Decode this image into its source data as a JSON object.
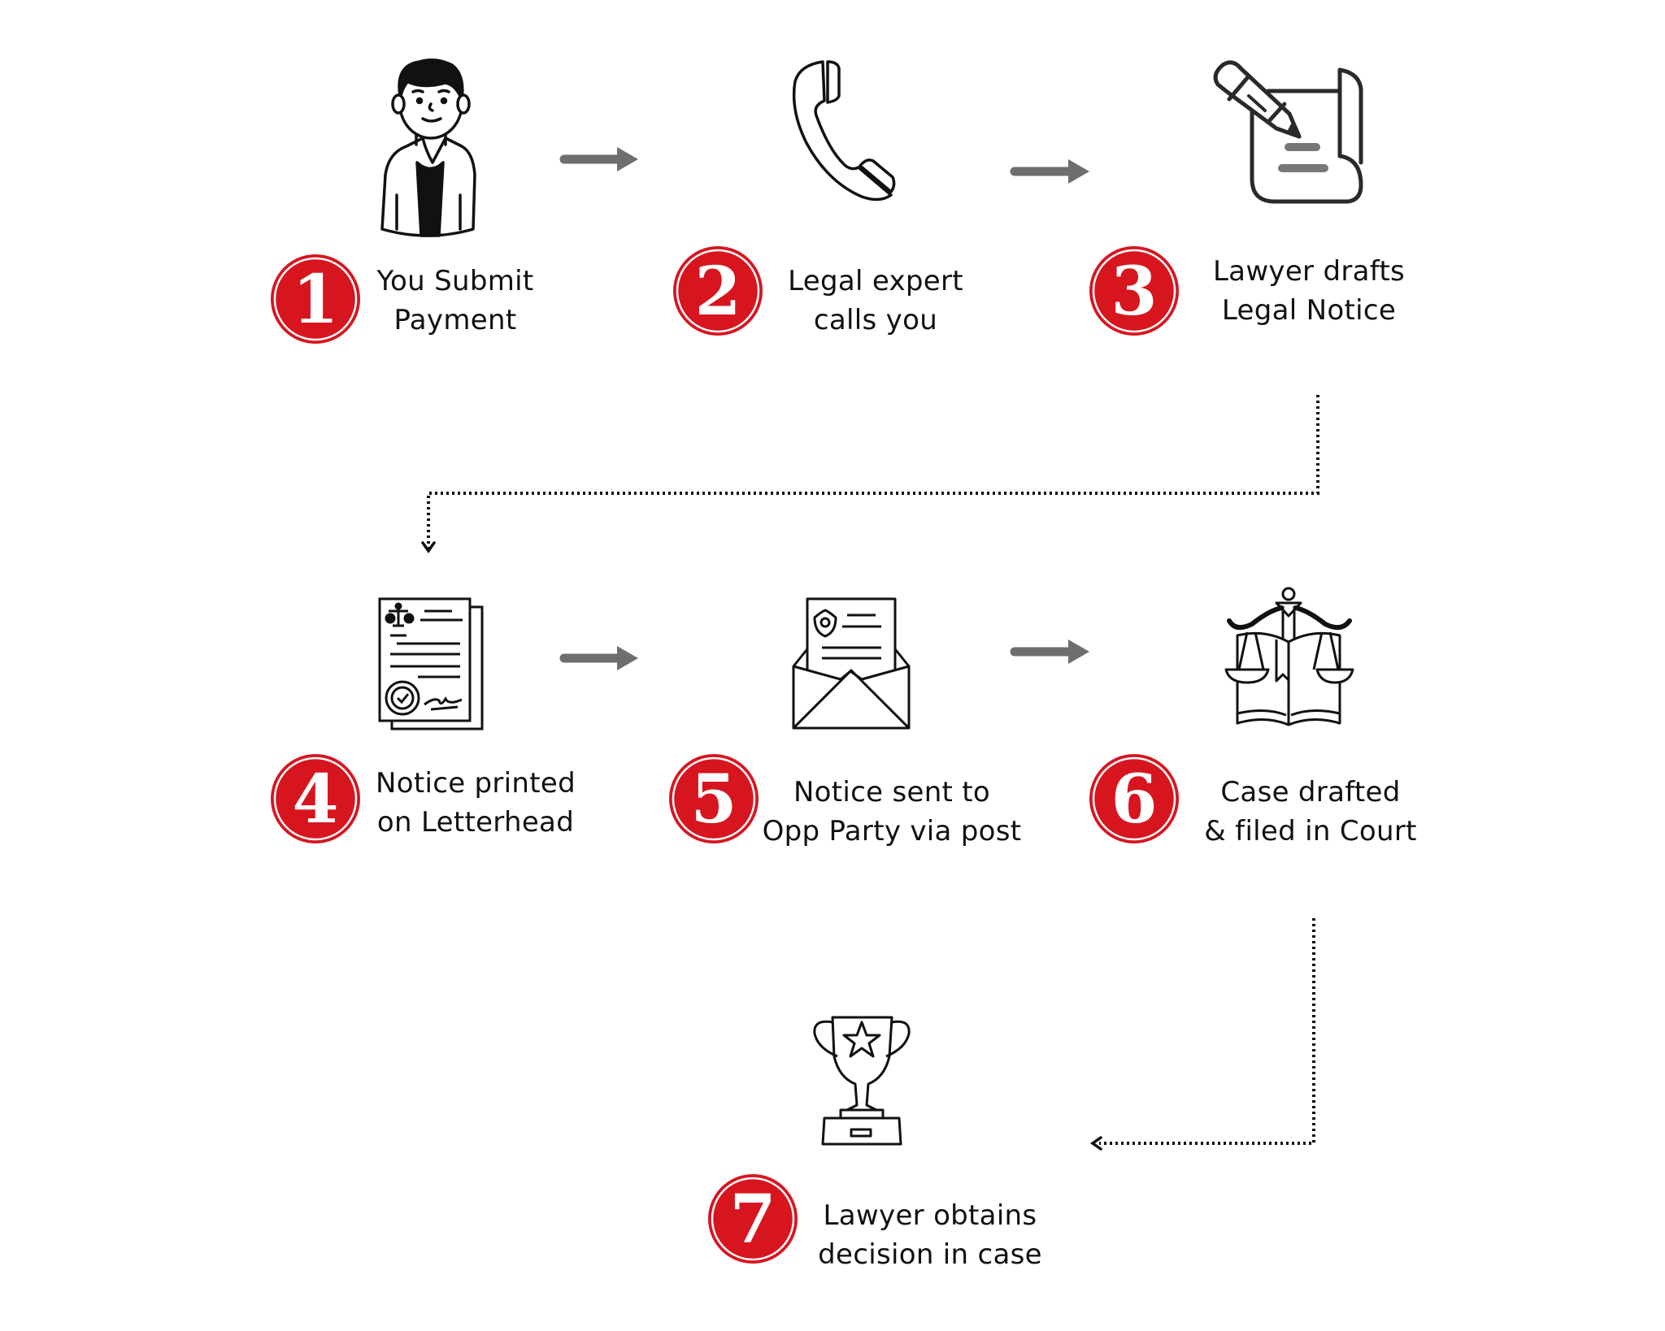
{
  "title": "Legal notice process flow",
  "colors": {
    "badge": "#D7151F",
    "arrow": "#6E6E6E",
    "icon_stroke": "#111111",
    "text": "#111111"
  },
  "steps": [
    {
      "number": "1",
      "icon": "person-icon",
      "line1": "You Submit",
      "line2": "Payment"
    },
    {
      "number": "2",
      "icon": "phone-icon",
      "line1": "Legal expert",
      "line2": "calls you"
    },
    {
      "number": "3",
      "icon": "pencil-document-icon",
      "line1": "Lawyer drafts",
      "line2": "Legal Notice"
    },
    {
      "number": "4",
      "icon": "letterhead-document-icon",
      "line1": "Notice printed",
      "line2": "on Letterhead"
    },
    {
      "number": "5",
      "icon": "envelope-letter-icon",
      "line1": "Notice sent to",
      "line2": "Opp Party via post"
    },
    {
      "number": "6",
      "icon": "scales-book-icon",
      "line1": "Case drafted",
      "line2": "& filed in Court"
    },
    {
      "number": "7",
      "icon": "trophy-icon",
      "line1": "Lawyer obtains",
      "line2": "decision in case"
    }
  ],
  "connectors": [
    {
      "from": "1",
      "to": "2",
      "style": "solid-arrow"
    },
    {
      "from": "2",
      "to": "3",
      "style": "solid-arrow"
    },
    {
      "from": "3",
      "to": "4",
      "style": "dotted-elbow"
    },
    {
      "from": "4",
      "to": "5",
      "style": "solid-arrow"
    },
    {
      "from": "5",
      "to": "6",
      "style": "solid-arrow"
    },
    {
      "from": "6",
      "to": "7",
      "style": "dotted-elbow"
    }
  ]
}
